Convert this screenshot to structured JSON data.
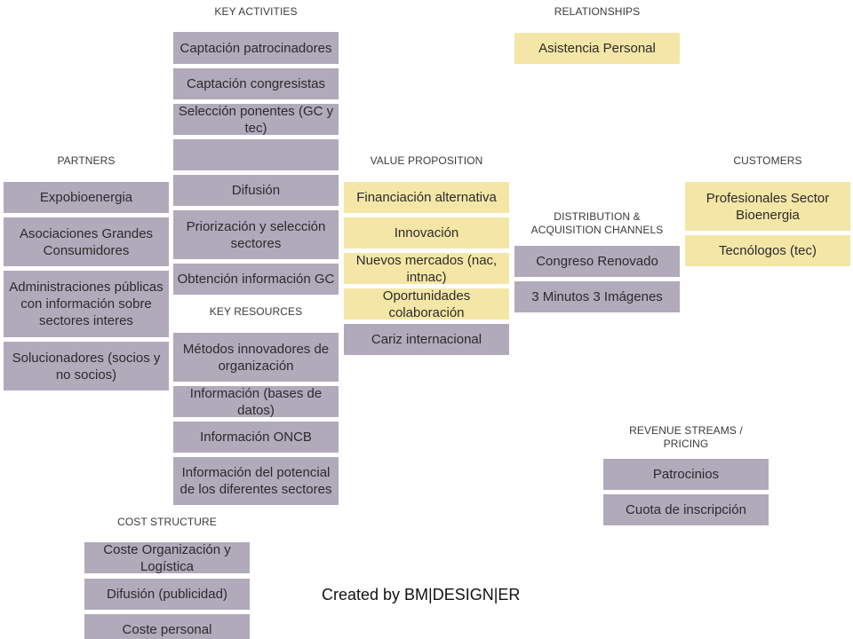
{
  "headers": {
    "key_activities": "KEY ACTIVITIES",
    "relationships": "RELATIONSHIPS",
    "partners": "PARTNERS",
    "value_proposition": "VALUE PROPOSITION",
    "customers": "CUSTOMERS",
    "distribution": "DISTRIBUTION  & ACQUISITION  CHANNELS",
    "key_resources": "KEY RESOURCES",
    "revenue": "REVENUE STREAMS / PRICING",
    "cost": "COST  STRUCTURE"
  },
  "key_activities": [
    "Captación patrocinadores",
    "Captación congresistas",
    "Selección ponentes (GC y tec)",
    "",
    "Difusión",
    "Priorización y selección sectores",
    "Obtención información GC"
  ],
  "relationships": [
    "Asistencia Personal"
  ],
  "partners": [
    "Expobioenergia",
    "Asociaciones Grandes Consumidores",
    "Administraciones públicas con información sobre sectores interes",
    "Solucionadores (socios y no socios)"
  ],
  "value_proposition": [
    "Financiación alternativa",
    "Innovación",
    "Nuevos mercados (nac, intnac)",
    "Oportunidades colaboración",
    "Cariz internacional"
  ],
  "customers": [
    "Profesionales Sector Bioenergia",
    "Tecnólogos (tec)"
  ],
  "distribution": [
    "Congreso Renovado",
    "3 Minutos 3 Imágenes"
  ],
  "key_resources": [
    "Métodos innovadores de organización",
    "Información (bases de datos)",
    "Información ONCB",
    "Información del potencial de los diferentes sectores"
  ],
  "revenue": [
    "Patrocinios",
    "Cuota de inscripción"
  ],
  "cost": [
    "Coste Organización y Logística",
    "Difusión (publicidad)",
    "Coste personal"
  ],
  "footer": "Created by BM|DESIGN|ER",
  "colors": {
    "grey": "#b0aabb",
    "yellow": "#f4e6a6"
  }
}
